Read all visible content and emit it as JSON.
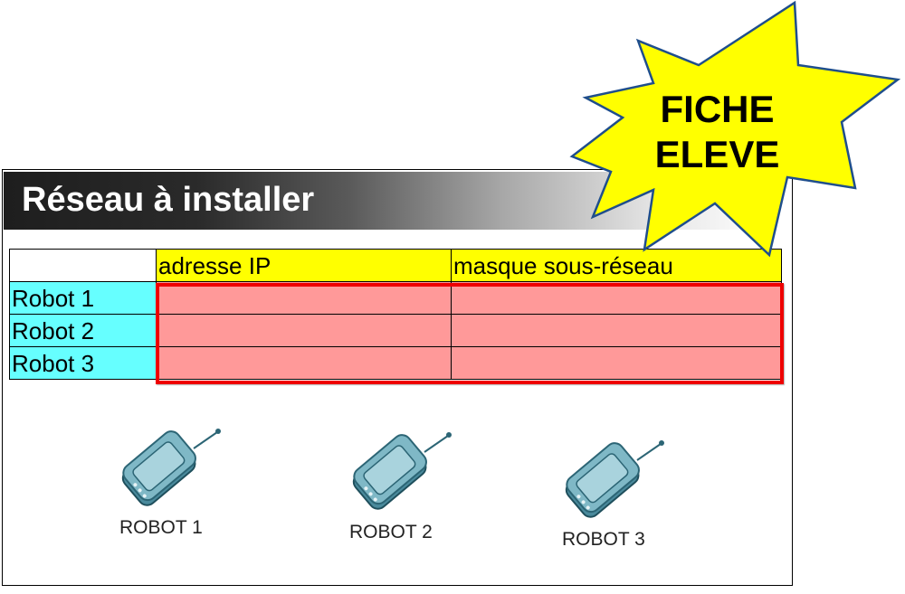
{
  "title": "Réseau à installer",
  "badge": {
    "line1": "FICHE",
    "line2": "ELEVE"
  },
  "table": {
    "headers": [
      "",
      "adresse IP",
      "masque sous-réseau"
    ],
    "rows": [
      {
        "label": "Robot 1",
        "ip": "",
        "mask": ""
      },
      {
        "label": "Robot 2",
        "ip": "",
        "mask": ""
      },
      {
        "label": "Robot 3",
        "ip": "",
        "mask": ""
      }
    ]
  },
  "robots": [
    {
      "label": "ROBOT 1",
      "icon": "robot-device-icon"
    },
    {
      "label": "ROBOT 2",
      "icon": "robot-device-icon"
    },
    {
      "label": "ROBOT 3",
      "icon": "robot-device-icon"
    }
  ],
  "colors": {
    "header_fill": "#ffff00",
    "row_label_fill": "#66ffff",
    "input_fill": "#ff9999",
    "highlight_border": "#ee0000",
    "badge_fill": "#ffff00",
    "badge_outline": "#1f4e8c"
  }
}
